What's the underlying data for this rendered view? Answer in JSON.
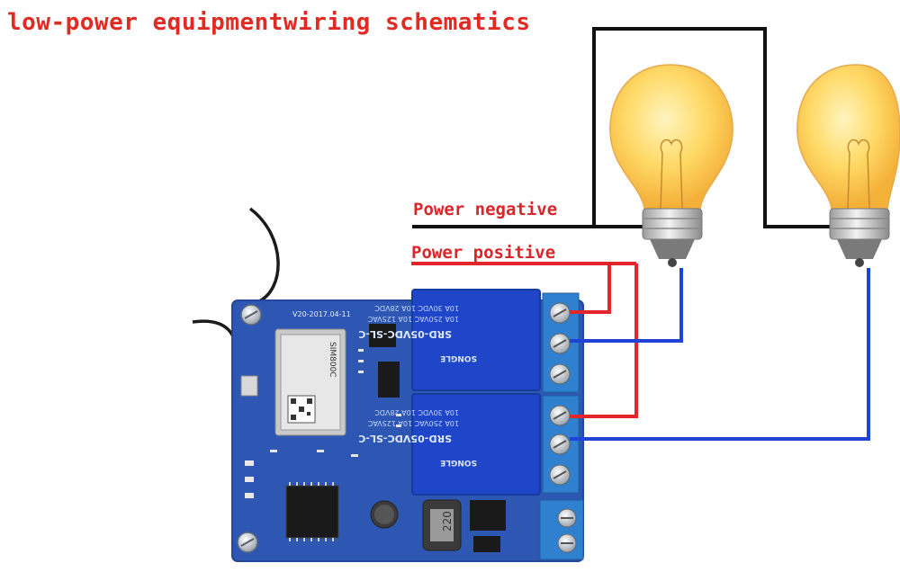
{
  "title": "low-power equipmentwiring schematics",
  "labels": {
    "power_negative": "Power negative",
    "power_positive": "Power positive"
  },
  "board": {
    "version": "V20-2017.04-11",
    "module_chip": "SIM800C",
    "relay_model": "SRD-05VDC-SL-C",
    "relay_ratings": [
      "10A 250VAC  10A 125VAC",
      "10A 30VDC  10A 28VDC"
    ],
    "relay_brand": "SONGLE",
    "inductor": "220"
  },
  "colors": {
    "title": "#e02a22",
    "label": "#d8262a",
    "wire_black": "#111111",
    "wire_red": "#e3262a",
    "wire_blue": "#1f43d6",
    "pcb": "#2e56b3",
    "relay": "#1f45c9",
    "terminal": "#2f80cf",
    "bulb_glass": "#ffd55c"
  }
}
